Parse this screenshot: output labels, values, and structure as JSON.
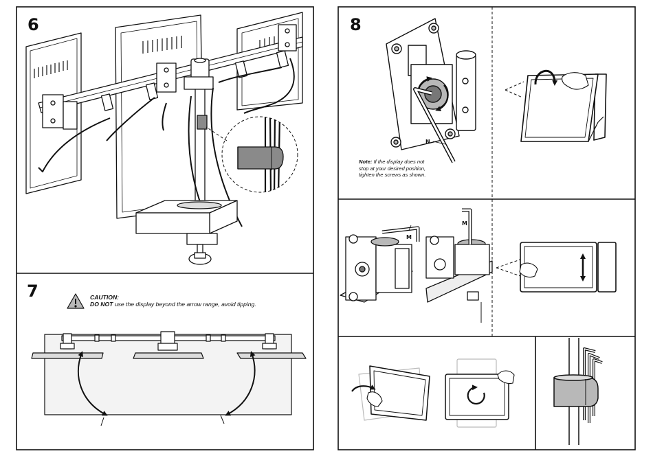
{
  "steps": [
    {
      "number": "6"
    },
    {
      "number": "7"
    },
    {
      "number": "8"
    }
  ],
  "caution": {
    "title": "CAUTION:",
    "do_not": "DO NOT",
    "text": "use the display beyond the arrow range, avoid tipping."
  },
  "note": {
    "label": "Note:",
    "line1": "If the display does not",
    "line2": "stop at your desired position,",
    "line3": "tighten the screws as shown."
  },
  "labels": {
    "n": "N",
    "m_left": "M",
    "m_right": "M"
  },
  "icons": {
    "warning": "warning-triangle-icon",
    "rotate": "rotate-icon"
  },
  "colors": {
    "line": "#111111",
    "fill_gray": "#b8b8b8",
    "strap_gray": "#8a8a8a"
  }
}
